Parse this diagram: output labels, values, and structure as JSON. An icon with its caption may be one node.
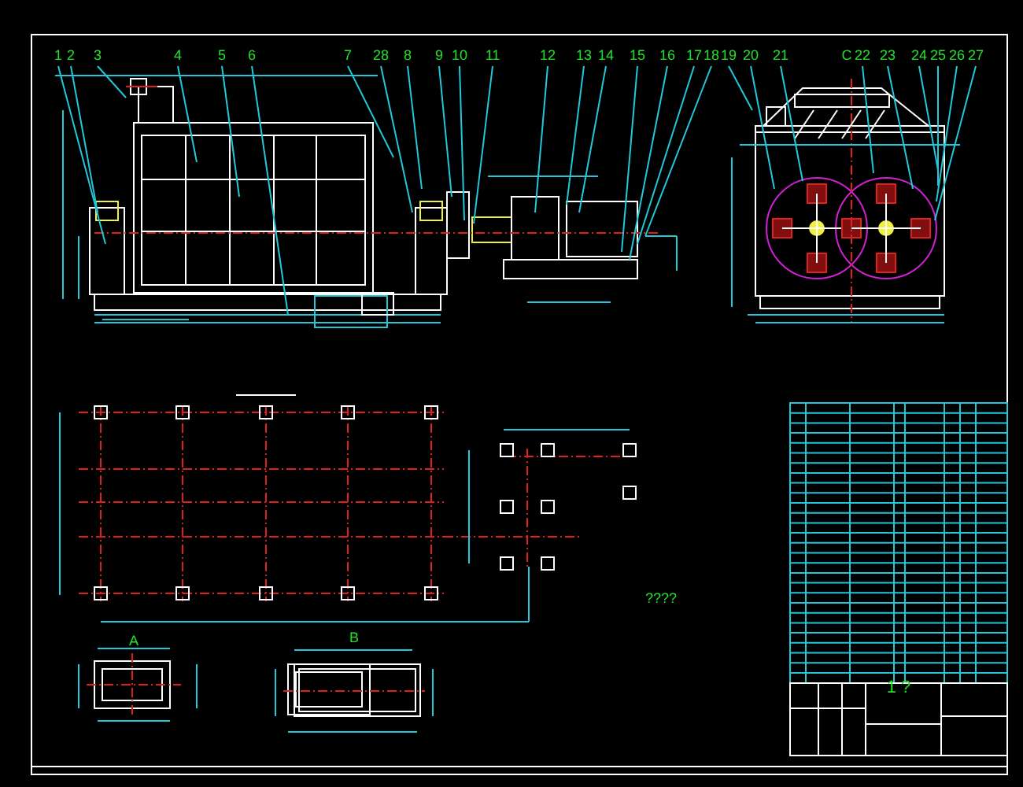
{
  "diagram": {
    "nodes": [
      {
        "text": [
          "1"
        ]
      },
      {
        "text": [
          "2"
        ]
      },
      {
        "text": [
          "3"
        ]
      },
      {
        "text": [
          "4"
        ]
      },
      {
        "text": [
          "5"
        ]
      },
      {
        "text": [
          "6"
        ]
      },
      {
        "text": [
          "7"
        ]
      },
      {
        "text": [
          "28"
        ]
      },
      {
        "text": [
          "8"
        ]
      },
      {
        "text": [
          "9"
        ]
      },
      {
        "text": [
          "10"
        ]
      },
      {
        "text": [
          "11"
        ]
      },
      {
        "text": [
          "12"
        ]
      },
      {
        "text": [
          "13"
        ]
      },
      {
        "text": [
          "14"
        ]
      },
      {
        "text": [
          "15"
        ]
      },
      {
        "text": [
          "16"
        ]
      },
      {
        "text": [
          "17"
        ]
      },
      {
        "text": [
          "18"
        ]
      },
      {
        "text": [
          "19"
        ]
      },
      {
        "text": [
          "20"
        ]
      },
      {
        "text": [
          "21"
        ]
      },
      {
        "text": [
          "22"
        ]
      },
      {
        "text": [
          "23"
        ]
      },
      {
        "text": [
          "24"
        ]
      },
      {
        "text": [
          "25"
        ]
      },
      {
        "text": [
          "26"
        ]
      },
      {
        "text": [
          "27"
        ]
      }
    ],
    "edges": [
      {
        "from": 0,
        "to": null,
        "arrow": "none"
      },
      {
        "from": 1,
        "to": null,
        "arrow": "none"
      },
      {
        "from": 2,
        "to": null,
        "arrow": "none"
      },
      {
        "from": 3,
        "to": null,
        "arrow": "none"
      },
      {
        "from": 4,
        "to": null,
        "arrow": "none"
      },
      {
        "from": 5,
        "to": null,
        "arrow": "none"
      },
      {
        "from": 6,
        "to": null,
        "arrow": "none"
      },
      {
        "from": 7,
        "to": null,
        "arrow": "none"
      },
      {
        "from": 8,
        "to": null,
        "arrow": "none"
      },
      {
        "from": 9,
        "to": null,
        "arrow": "none"
      },
      {
        "from": 10,
        "to": null,
        "arrow": "none"
      },
      {
        "from": 11,
        "to": null,
        "arrow": "none"
      },
      {
        "from": 12,
        "to": null,
        "arrow": "none"
      },
      {
        "from": 13,
        "to": null,
        "arrow": "none"
      },
      {
        "from": 14,
        "to": null,
        "arrow": "none"
      },
      {
        "from": 15,
        "to": null,
        "arrow": "none"
      },
      {
        "from": 16,
        "to": null,
        "arrow": "none"
      },
      {
        "from": 17,
        "to": null,
        "arrow": "none"
      },
      {
        "from": 18,
        "to": null,
        "arrow": "none"
      },
      {
        "from": 19,
        "to": null,
        "arrow": "none"
      },
      {
        "from": 20,
        "to": null,
        "arrow": "none"
      },
      {
        "from": 21,
        "to": null,
        "arrow": "none"
      },
      {
        "from": 22,
        "to": null,
        "arrow": "none"
      },
      {
        "from": 23,
        "to": null,
        "arrow": "none"
      },
      {
        "from": 24,
        "to": null,
        "arrow": "none"
      },
      {
        "from": 25,
        "to": null,
        "arrow": "none"
      },
      {
        "from": 26,
        "to": null,
        "arrow": "none"
      },
      {
        "from": 27,
        "to": null,
        "arrow": "none"
      }
    ],
    "labels": [
      "C",
      "A",
      "B",
      "????",
      "1 ?"
    ]
  }
}
